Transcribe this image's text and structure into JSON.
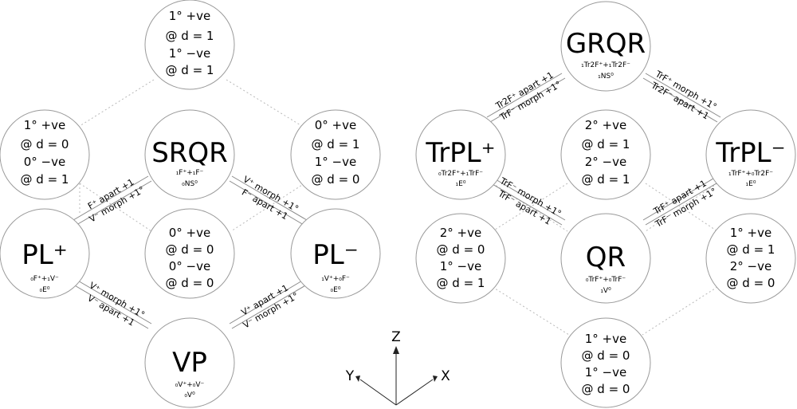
{
  "left": {
    "nodes": {
      "top": {
        "lines": [
          "1° +ve",
          "@ d = 1",
          "1° −ve",
          "@ d = 1"
        ]
      },
      "left": {
        "lines": [
          "1° +ve",
          "@ d = 0",
          "0° −ve",
          "@ d = 1"
        ]
      },
      "right": {
        "lines": [
          "0° +ve",
          "@ d = 1",
          "1° −ve",
          "@ d = 0"
        ]
      },
      "center": {
        "lines": [
          "0° +ve",
          "@ d = 0",
          "0° −ve",
          "@ d = 0"
        ]
      },
      "srqr": {
        "title": "SRQR",
        "sub1": "₁F⁺+₁F⁻",
        "sub2": "₀NS⁰"
      },
      "plp": {
        "title": "PL⁺",
        "sub1": "₀F⁺+₁V⁻",
        "sub2": "₀E⁰"
      },
      "plm": {
        "title": "PL⁻",
        "sub1": "₁V⁺+₀F⁻",
        "sub2": "₀E⁰"
      },
      "vp": {
        "title": "VP",
        "sub1": "₀V⁺+₀V⁻",
        "sub2": "₀V⁰"
      }
    },
    "edges": {
      "srqr_plp": [
        "F⁺ apart +1",
        "V⁻ morph +1°"
      ],
      "srqr_plm": [
        "V⁺ morph +1°",
        "F⁻ apart +1"
      ],
      "plp_vp": [
        "V⁺ morph +1°",
        "V⁻ apart +1"
      ],
      "plm_vp": [
        "V⁺ apart +1",
        "V⁻ morph +1°"
      ]
    }
  },
  "right": {
    "nodes": {
      "center": {
        "lines": [
          "2° +ve",
          "@ d = 1",
          "2° −ve",
          "@ d = 1"
        ]
      },
      "left": {
        "lines": [
          "2° +ve",
          "@ d = 0",
          "1° −ve",
          "@ d = 1"
        ]
      },
      "right": {
        "lines": [
          "1° +ve",
          "@ d = 1",
          "2° −ve",
          "@ d = 0"
        ]
      },
      "bottom": {
        "lines": [
          "1° +ve",
          "@ d = 0",
          "1° −ve",
          "@ d = 0"
        ]
      },
      "grqr": {
        "title": "GRQR",
        "sub1": "₁Tr2F⁺+₁Tr2F⁻",
        "sub2": "₁NS⁰"
      },
      "trplp": {
        "title": "TrPL⁺",
        "sub1": "₀Tr2F⁺+₁TrF⁻",
        "sub2": "₁E⁰"
      },
      "trplm": {
        "title": "TrPL⁻",
        "sub1": "₁TrF⁺+₀Tr2F⁻",
        "sub2": "₁E⁰"
      },
      "qr": {
        "title": "QR",
        "sub1": "₀TrF⁺+₀TrF⁻",
        "sub2": "₁V⁰"
      }
    },
    "edges": {
      "grqr_trplp": [
        "Tr2F⁺ apart +1",
        "TrF⁻ morph +1°"
      ],
      "grqr_trplm": [
        "TrF⁺ morph +1°",
        "Tr2F⁻ apart +1"
      ],
      "trplp_qr": [
        "TrF⁻ morph +1°",
        "TrF⁻ apart +1"
      ],
      "trplm_qr": [
        "TrF⁺ apart +1",
        "TrF⁻ morph +1°"
      ]
    }
  },
  "axes": {
    "z": "Z",
    "y": "Y",
    "x": "X"
  }
}
